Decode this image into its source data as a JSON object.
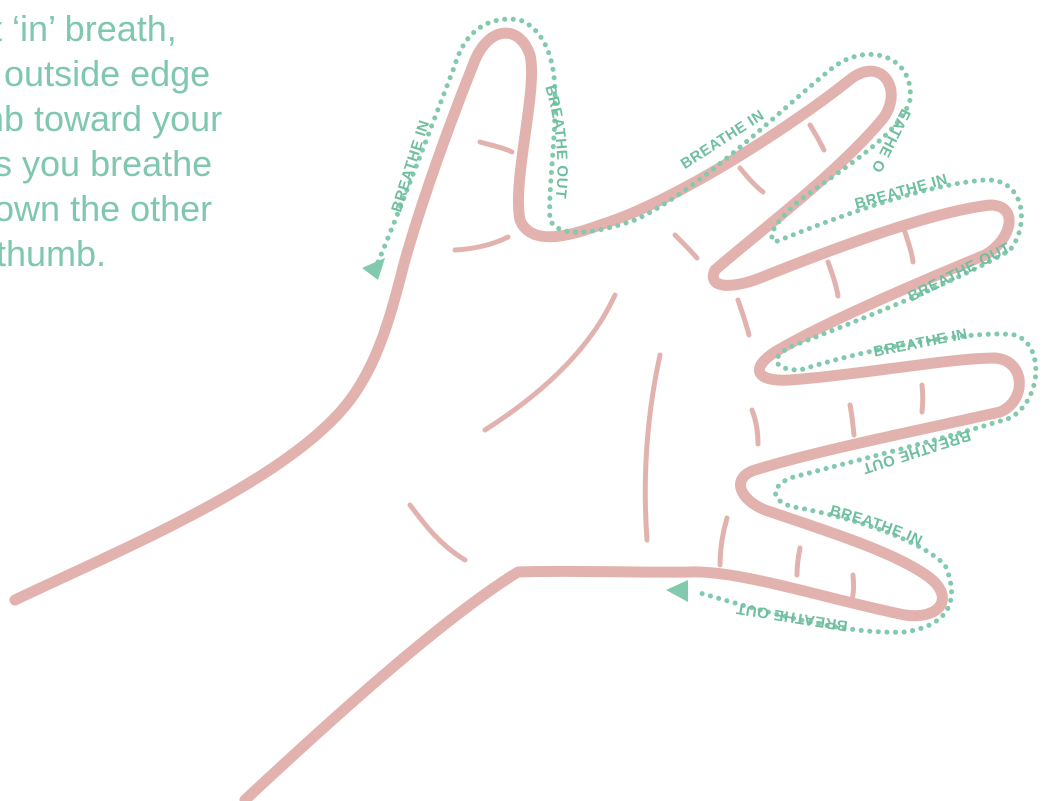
{
  "instructions": {
    "lines": [
      "xt ‘in’ breath,",
      "e outside edge",
      "mb toward your",
      "as you breathe",
      "down the other",
      "r thumb."
    ]
  },
  "labels": {
    "breathe_in": "BREATHE IN",
    "breathe_out": "BREATHE OUT"
  },
  "colors": {
    "hand_outline": "#e2b3ae",
    "guide_dots": "#82c9ad",
    "text": "#7fc7ae"
  }
}
